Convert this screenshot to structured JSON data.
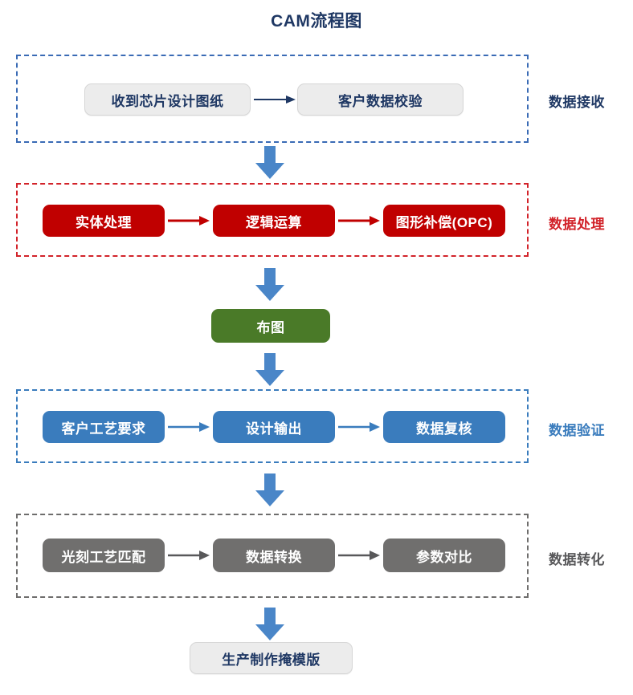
{
  "title": "CAM流程图",
  "colors": {
    "title": "#1F3864",
    "light_box_bg": "#ECECEC",
    "light_box_text": "#1F3864",
    "red": "#C00000",
    "red_border": "#D2232A",
    "green": "#4A7A28",
    "blue": "#3A7CBD",
    "blue_border": "#3A6BB5",
    "gray": "#706F6E",
    "gray_border": "#6E6D6C",
    "vertical_arrow": "#4A86C8"
  },
  "sections": [
    {
      "key": "data_reception",
      "label": "数据接收",
      "label_color": "#1F3864",
      "border_color": "#3A6BB5",
      "nodes": [
        {
          "text": "收到芯片设计图纸",
          "style": "light"
        },
        {
          "text": "客户数据校验",
          "style": "light"
        }
      ],
      "arrow_color": "#1F3864"
    },
    {
      "key": "data_processing",
      "label": "数据处理",
      "label_color": "#D2232A",
      "border_color": "#D2232A",
      "nodes": [
        {
          "text": "实体处理",
          "style": "red"
        },
        {
          "text": "逻辑运算",
          "style": "red"
        },
        {
          "text": "图形补偿(OPC)",
          "style": "red"
        }
      ],
      "arrow_color": "#C00000"
    },
    {
      "key": "data_verification",
      "label": "数据验证",
      "label_color": "#3A7CBD",
      "border_color": "#3A7CBD",
      "nodes": [
        {
          "text": "客户工艺要求",
          "style": "blue"
        },
        {
          "text": "设计输出",
          "style": "blue"
        },
        {
          "text": "数据复核",
          "style": "blue"
        }
      ],
      "arrow_color": "#3A7CBD"
    },
    {
      "key": "data_transformation",
      "label": "数据转化",
      "label_color": "#58585A",
      "border_color": "#6E6D6C",
      "nodes": [
        {
          "text": "光刻工艺匹配",
          "style": "gray"
        },
        {
          "text": "数据转换",
          "style": "gray"
        },
        {
          "text": "参数对比",
          "style": "gray"
        }
      ],
      "arrow_color": "#58585A"
    }
  ],
  "standalone_nodes": {
    "layout": {
      "text": "布图",
      "style": "green"
    },
    "final": {
      "text": "生产制作掩模版",
      "style": "light"
    }
  },
  "flow_arrows": {
    "icon": "down-block-arrow",
    "count": 5,
    "color": "#4A86C8"
  },
  "inline_arrow_icon": "right-arrow"
}
